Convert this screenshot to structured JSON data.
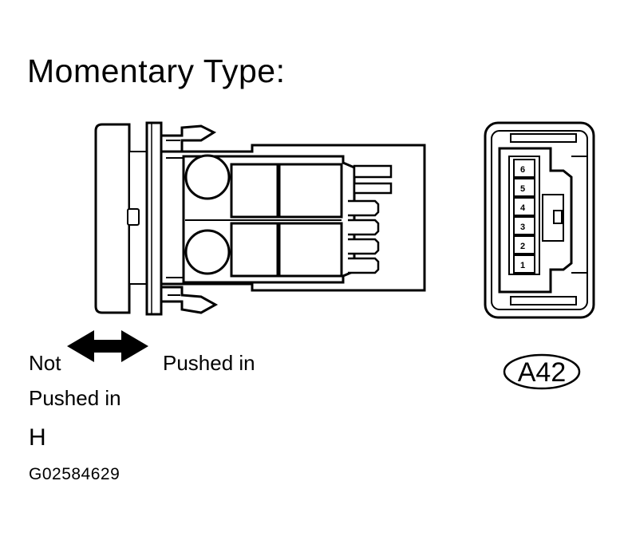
{
  "title": "Momentary Type:",
  "direction": {
    "left_label_line1": "Not",
    "left_label_line2": "Pushed in",
    "right_label": "Pushed in"
  },
  "state": "H",
  "connector": {
    "tag": "A42",
    "pins": [
      "6",
      "5",
      "4",
      "3",
      "2",
      "1"
    ]
  },
  "figure_code": "G02584629"
}
